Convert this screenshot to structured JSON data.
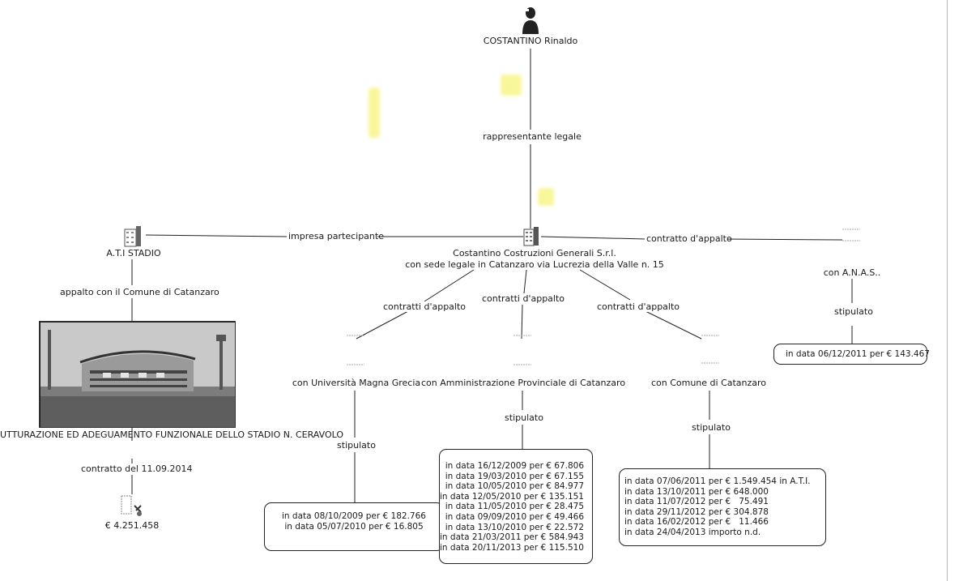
{
  "person": {
    "name": "COSTANTINO Rinaldo"
  },
  "edges": {
    "legal_rep": "rappresentante legale",
    "participant": "impresa partecipante",
    "contract_anas": "contratto d'appalto",
    "contracts_uni": "contratti d'appalto",
    "contracts_prov": "contratti d'appalto",
    "contracts_comune": "contratti d'appalto",
    "appalto_comune": "appalto con il Comune di Catanzaro",
    "stipulato_anas": "stipulato",
    "stipulato_uni": "stipulato",
    "stipulato_prov": "stipulato",
    "stipulato_comune": "stipulato",
    "contratto_date": "contratto del 11.09.2014"
  },
  "company": {
    "line1": "Costantino Costruzioni Generali S.r.l.",
    "line2": "con sede legale in Catanzaro via Lucrezia della Valle n. 15"
  },
  "ati": {
    "name": "A.T.I STADIO"
  },
  "stadium_project": "UTTURAZIONE ED ADEGUAMENTO FUNZIONALE DELLO STADIO N. CERAVOLO",
  "amount_stadium": "€ 4.251.458",
  "clients": {
    "anas": "con A.N.A.S..",
    "universita": "con Università Magna Grecia",
    "provincia": "con Amministrazione Provinciale di Catanzaro",
    "comune": "con Comune di Catanzaro"
  },
  "contracts": {
    "anas": [
      "in data 06/12/2011 per € 143.467"
    ],
    "universita": [
      "in data 08/10/2009 per € 182.766",
      "in data 05/07/2010 per € 16.805"
    ],
    "provincia": [
      "in data 16/12/2009 per € 67.806",
      "in data 19/03/2010 per € 67.155",
      "in data 10/05/2010 per € 84.977",
      "in data 12/05/2010 per € 135.151",
      "in data 11/05/2010 per € 28.475",
      "in data 09/09/2010 per € 49.466",
      "in data 13/10/2010 per € 22.572",
      "in data 21/03/2011 per € 584.943",
      "in data 20/11/2013 per € 115.510"
    ],
    "comune": [
      "in data 07/06/2011 per € 1.549.454 in A.T.I.",
      "in data 13/10/2011 per € 648.000",
      "in data 11/07/2012 per €   75.491",
      "in data 29/11/2012 per € 304.878",
      "in data 16/02/2012 per €   11.466",
      "in data 24/04/2013 importo n.d."
    ]
  },
  "colors": {
    "highlight": "#f2f04a",
    "line": "#222222"
  },
  "icons": {
    "person": "person-silhouette-icon",
    "company": "building-icon",
    "ati": "building-icon",
    "contract": "document-icon",
    "money": "money-bag-icon"
  }
}
